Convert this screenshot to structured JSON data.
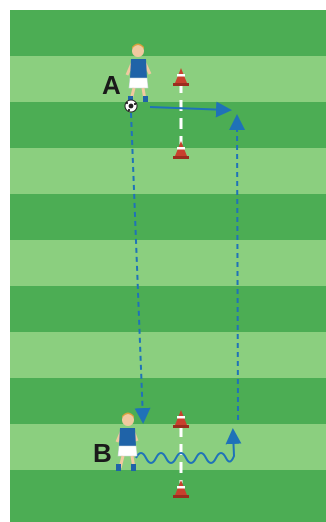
{
  "diagram": {
    "players": [
      {
        "id": "A",
        "label": "A",
        "has_ball": true
      },
      {
        "id": "B",
        "label": "B",
        "has_ball": false
      }
    ],
    "cones": 4,
    "gates": 2,
    "arrows": [
      {
        "from": "A",
        "type": "pass",
        "style": "solid"
      },
      {
        "from": "A",
        "type": "run",
        "style": "dashed",
        "direction": "down"
      },
      {
        "from": "B",
        "type": "dribble",
        "style": "wavy"
      },
      {
        "from": "B",
        "type": "run",
        "style": "dashed",
        "direction": "up"
      }
    ],
    "colors": {
      "field_dark": "#4cad54",
      "field_light": "#8bcf7f",
      "arrow": "#1f72b8",
      "cone": "#c8402d",
      "jersey": "#1f63a8"
    }
  }
}
